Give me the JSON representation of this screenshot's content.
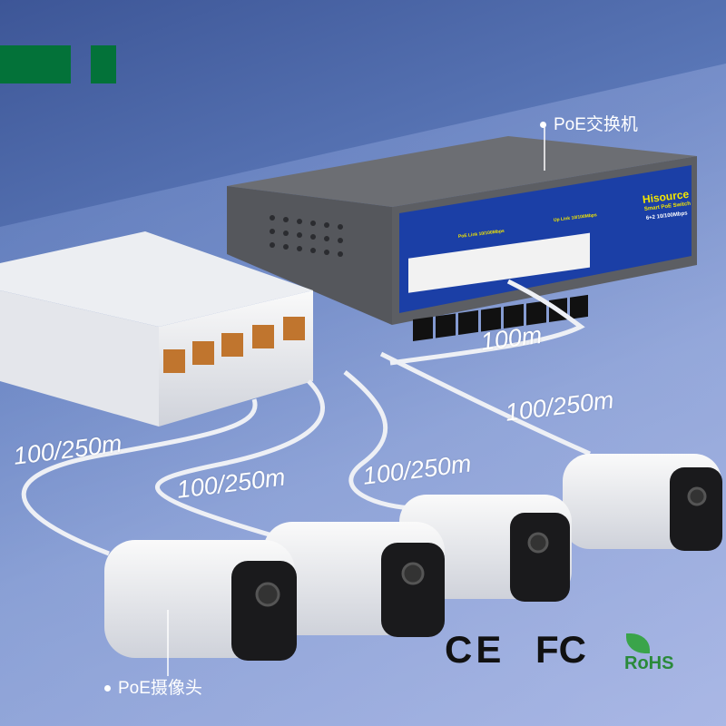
{
  "labels": {
    "switch_tag": "PoE交换机",
    "camera_tag": "PoE摄像头",
    "uplink_distance": "100m",
    "camera_distances": [
      "100/250m",
      "100/250m",
      "100/250m",
      "100/250m"
    ]
  },
  "switch": {
    "brand": "Hisource",
    "model": "Smart PoE Switch",
    "ports_spec": "6+2 10/100Mbps",
    "poe_link_label": "PoE Link 10/100Mbps",
    "up_link_label": "Up Link 10/100Mbps"
  },
  "certifications": {
    "ce": "CE",
    "fcc": "FC",
    "rohs": "RoHS"
  },
  "colors": {
    "brand_green": "#037239",
    "switch_blue": "#1b3fa6",
    "switch_text": "#f3e600"
  }
}
